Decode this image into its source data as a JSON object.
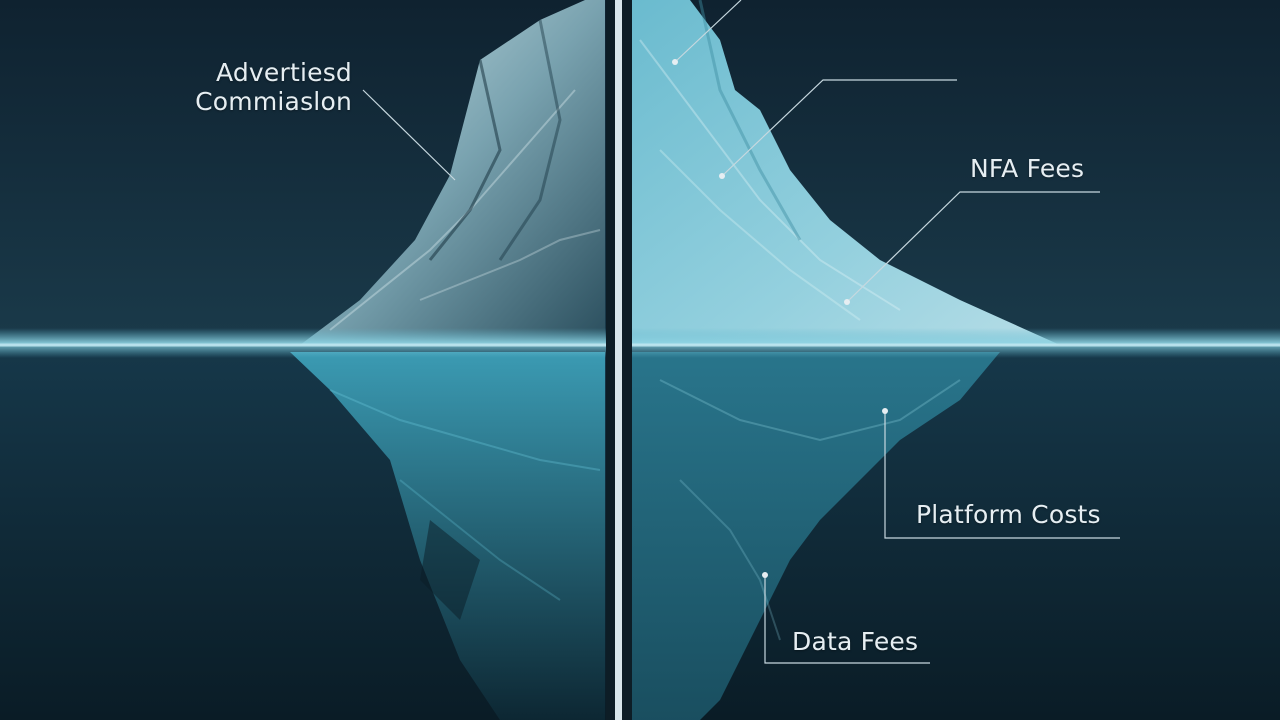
{
  "labels": {
    "advertised_commission_line1": "Advertiesd",
    "advertised_commission_line2": "Commiaslon",
    "nfa_fees": "NFA Fees",
    "platform_costs": "Platform Costs",
    "data_fees": "Data Fees"
  },
  "colors": {
    "background_top": "#0f2431",
    "background_bottom": "#0a1e29",
    "water_line": "#bfe6ef",
    "ice_light": "#9fd8e6",
    "ice_dark": "#14394a",
    "divider": "#d8e6ec",
    "leader_line": "#c7d8df"
  }
}
